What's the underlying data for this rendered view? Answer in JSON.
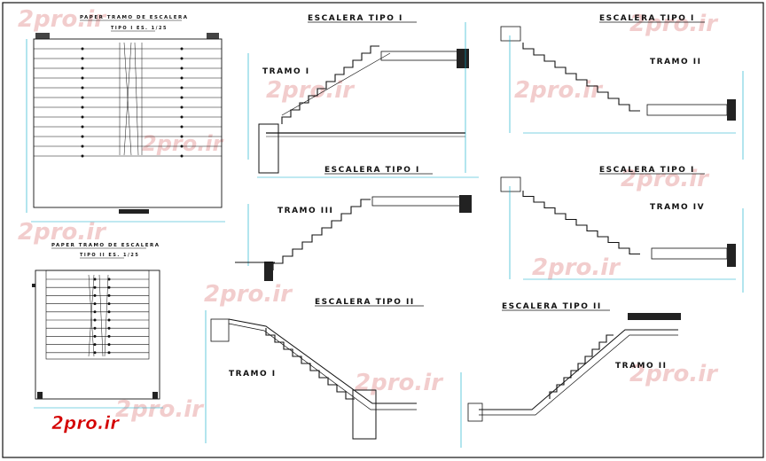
{
  "sheet": {
    "watermark": "2pro.ir",
    "logo": "2pro.ir"
  },
  "plans": [
    {
      "title": "PAPER TRAMO DE ESCALERA",
      "subtitle": "TIPO I  ES. 1/25"
    },
    {
      "title": "PAPER TRAMO DE ESCALERA",
      "subtitle": "TIPO II  ES. 1/25"
    }
  ],
  "sections": [
    {
      "title": "ESCALERA TIPO I",
      "tramo": "TRAMO I"
    },
    {
      "title": "ESCALERA TIPO I",
      "tramo": "TRAMO II"
    },
    {
      "title": "ESCALERA TIPO I",
      "tramo": "TRAMO III"
    },
    {
      "title": "ESCALERA TIPO I",
      "tramo": "TRAMO IV"
    },
    {
      "title": "ESCALERA TIPO II",
      "tramo": "TRAMO I"
    },
    {
      "title": "ESCALERA TIPO II",
      "tramo": "TRAMO II"
    }
  ],
  "colors": {
    "line": "#111111",
    "dimension": "#00a8c8",
    "hatch": "#333333",
    "watermark": "#e8a6a6",
    "logo_red": "#d40000"
  }
}
